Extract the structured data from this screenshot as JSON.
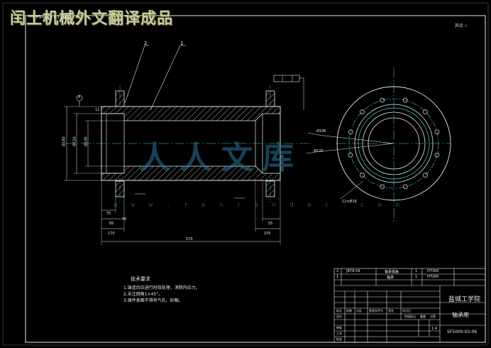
{
  "watermark_title": "闰土机械外文翻译成品",
  "drawing_number_top": "SF5000-03-06",
  "scale_note": "其余 √",
  "part_labels": [
    "2",
    "1"
  ],
  "datum_label": "A",
  "dimensions": {
    "d_180": "Ø180",
    "d_150": "Ø150",
    "d_140": "Ø140",
    "len_570": "570",
    "len_170": "170",
    "len_105": "105",
    "len_85": "85",
    "len_75": "75",
    "len_55": "55",
    "len_70": "70",
    "chamfer": "12",
    "d_96": "Ø196",
    "d_120": "Ø120",
    "d_holes": "12×Ø16"
  },
  "brand_watermark": "人人文库",
  "brand_url": "w w w . r e n r e n d o c . c o m",
  "tech_requirements": {
    "title": "技术要求",
    "items": [
      "1.铸造后应进行时效处理，消除内应力。",
      "2.未注倒角1×45°。",
      "3.铸件表面不得有气孔、砂眼。"
    ]
  },
  "parts_list": [
    {
      "no": "2",
      "code": "JB78-59",
      "name": "轴承端盖",
      "qty": "1",
      "material": "HT300"
    },
    {
      "no": "1",
      "code": "",
      "name": "轴承",
      "qty": "1",
      "material": "HT200"
    }
  ],
  "title_block": {
    "school": "盐城工学院",
    "part_name": "轴承座",
    "drawing_number": "SF5000-03-06",
    "scale": "1:4",
    "row_labels": [
      "设计",
      "审核",
      "工艺",
      "批准"
    ],
    "header_labels": [
      "标记",
      "处数",
      "分区",
      "更改文件号",
      "签名",
      "年月日"
    ],
    "stage_labels": [
      "阶段标记",
      "重量",
      "比例"
    ]
  }
}
